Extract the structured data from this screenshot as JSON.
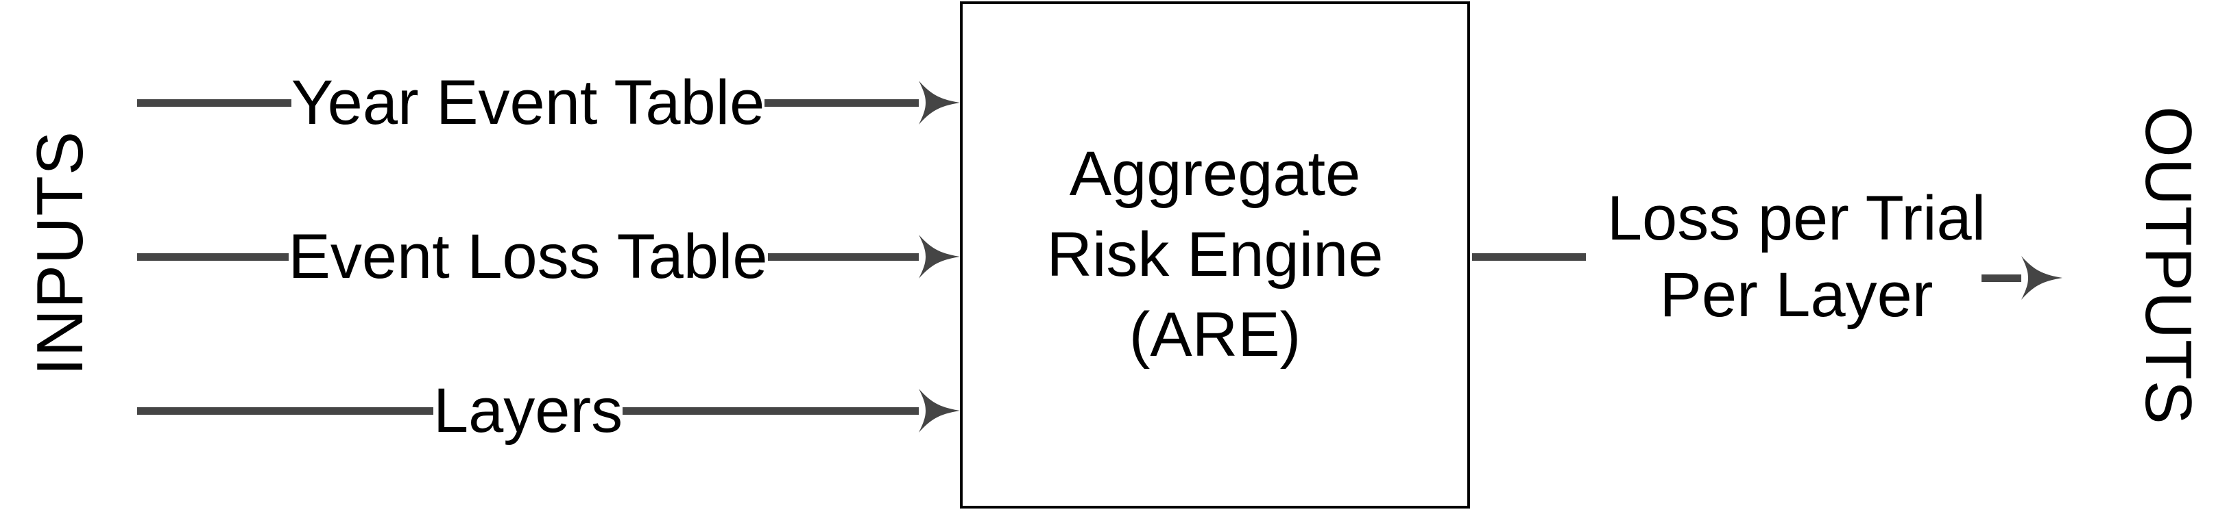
{
  "diagram": {
    "title": "Aggregate Risk Engine data flow",
    "type": "block-flow",
    "colors": {
      "connector": "#454545",
      "text": "#000000",
      "box_border": "#000000",
      "background": "#ffffff"
    },
    "inputs_label": "INPUTS",
    "outputs_label": "OUTPUTS",
    "process": {
      "lines": [
        "Aggregate",
        "Risk Engine",
        "(ARE)"
      ]
    },
    "input_rows": [
      {
        "label": "Year Event Table",
        "icon": "arrow-right-icon"
      },
      {
        "label": "Event Loss Table",
        "icon": "arrow-right-icon"
      },
      {
        "label": "Layers",
        "icon": "arrow-right-icon"
      }
    ],
    "output_rows": [
      {
        "line1": "Loss per Trial",
        "line2": "Per Layer",
        "icon": "arrow-right-icon"
      }
    ]
  }
}
